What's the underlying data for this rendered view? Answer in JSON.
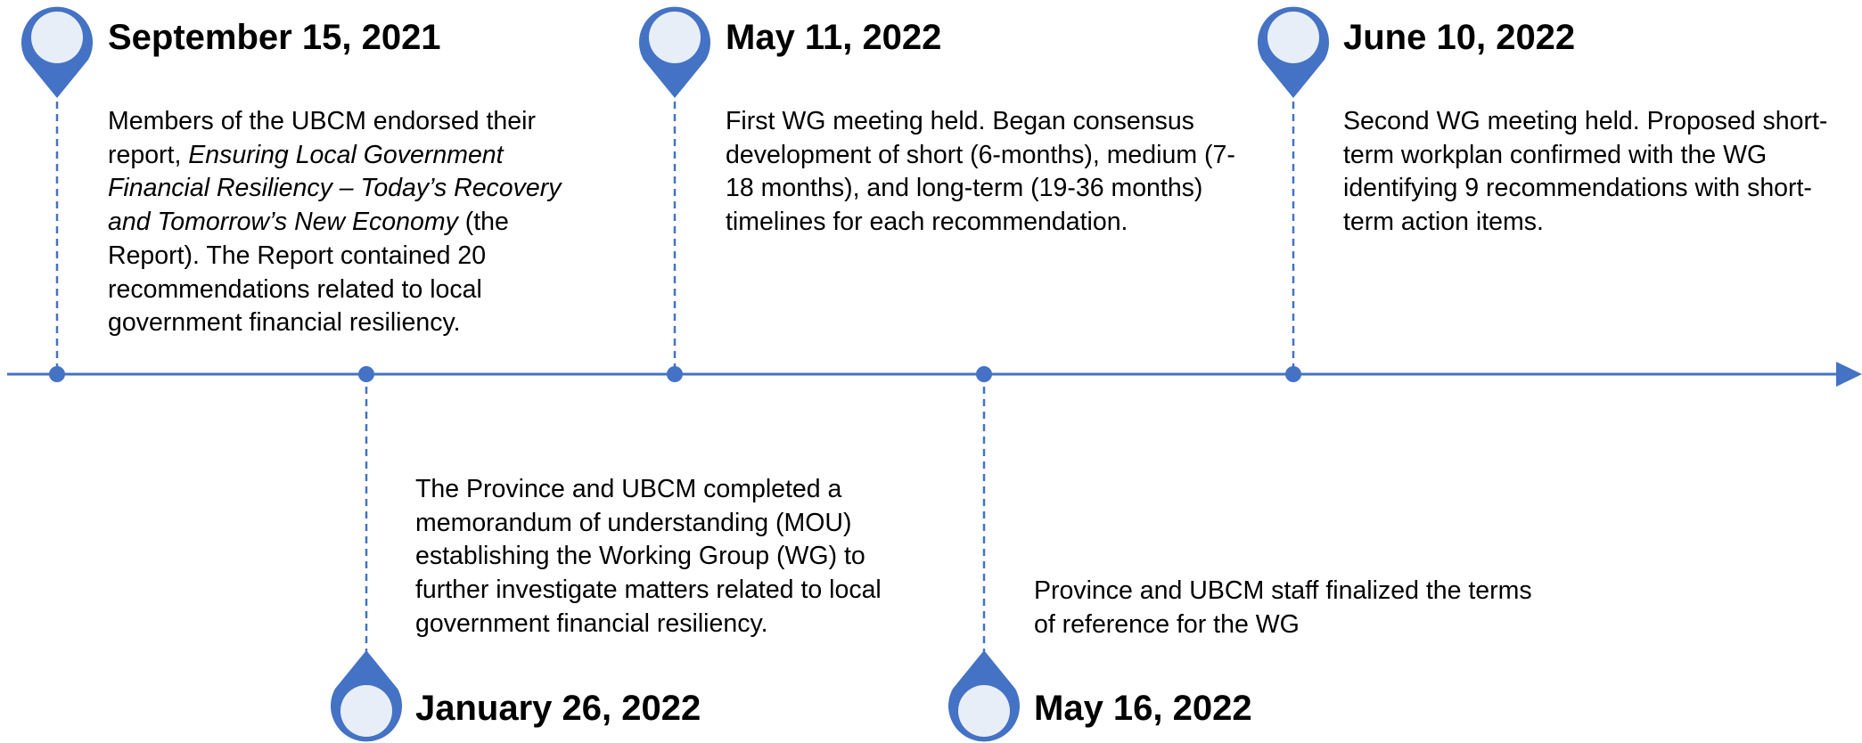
{
  "colors": {
    "accent": "#4472C4",
    "marker_fill": "#E8EEF7",
    "text": "#000000"
  },
  "events": [
    {
      "id": "sep-15-2021",
      "date": "September 15, 2021",
      "side": "top",
      "description": {
        "before": "Members of the UBCM endorsed their report, ",
        "italic": "Ensuring Local Government Financial Resiliency – Today’s Recovery and Tomorrow’s New Economy",
        "after": " (the Report). The Report contained 20 recommendations related to local government financial resiliency."
      }
    },
    {
      "id": "jan-26-2022",
      "date": "January 26, 2022",
      "side": "bottom",
      "description": {
        "text": "The Province and UBCM completed a memorandum of understanding (MOU) establishing the Working Group (WG) to further investigate matters related to local government financial resiliency."
      }
    },
    {
      "id": "may-11-2022",
      "date": "May 11, 2022",
      "side": "top",
      "description": {
        "text": "First WG meeting held. Began consensus development of short (6-months), medium (7-18 months), and long-term (19-36 months) timelines for each recommendation."
      }
    },
    {
      "id": "may-16-2022",
      "date": "May 16, 2022",
      "side": "bottom",
      "description": {
        "text": "Province and UBCM staff finalized the terms of reference for the WG"
      }
    },
    {
      "id": "jun-10-2022",
      "date": "June 10, 2022",
      "side": "top",
      "description": {
        "text": "Second WG meeting held. Proposed short-term workplan confirmed with the WG identifying 9 recommendations with short-term action items."
      }
    }
  ]
}
